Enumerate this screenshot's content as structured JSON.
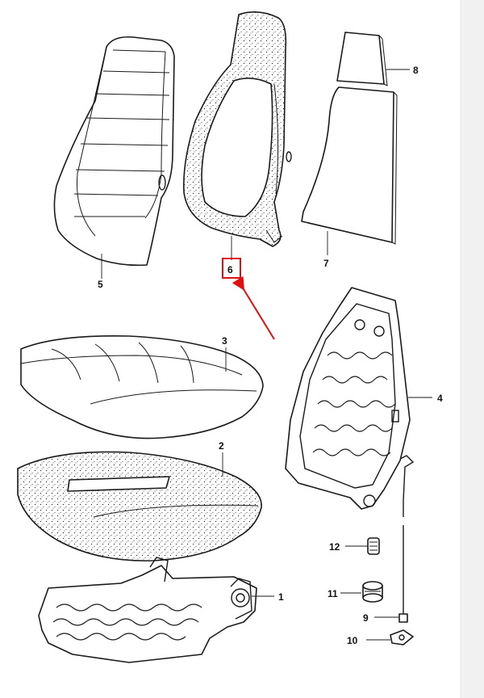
{
  "accent_color": "#e01010",
  "labels": {
    "p1": "1",
    "p2": "2",
    "p3": "3",
    "p4": "4",
    "p5": "5",
    "p6": "6",
    "p7": "7",
    "p8": "8",
    "p9": "9",
    "p10": "10",
    "p11": "11",
    "p12": "12"
  },
  "highlighted_part": "6"
}
